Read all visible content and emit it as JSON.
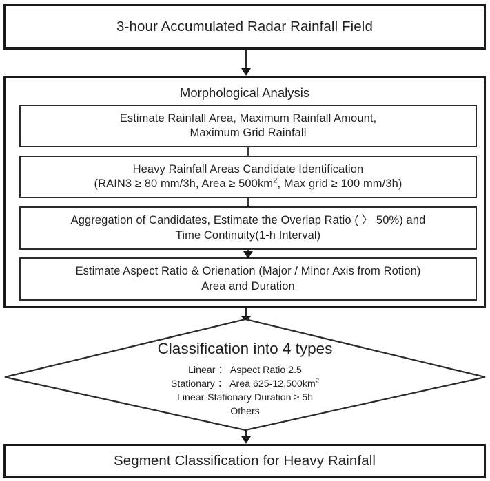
{
  "diagram": {
    "title": "Heavy Rainfall Segment Classification Flowchart",
    "type": "flowchart",
    "orientation": "top-to-bottom",
    "colors": {
      "background": "#ffffff",
      "stroke": "#1a1a1a",
      "text": "#231f20"
    }
  },
  "nodes": {
    "input": {
      "shape": "rectangle",
      "label": "3-hour Accumulated Radar Rainfall Field"
    },
    "process": {
      "shape": "rectangle-group",
      "title": "Morphological Analysis",
      "steps": [
        {
          "id": "step-1",
          "line1": "Estimate Rainfall Area, Maximum Rainfall Amount,",
          "line2": "Maximum Grid Rainfall"
        },
        {
          "id": "step-2",
          "line1": "Heavy Rainfall Areas Candidate Identification",
          "line2_prefix": "(RAIN3 ≥ 80 mm/3h, Area ≥ 500km",
          "line2_sup": "2",
          "line2_suffix": ", Max grid ≥ 100 mm/3h)"
        },
        {
          "id": "step-3",
          "line1": "Aggregation of Candidates, Estimate the Overlap Ratio ( 〉 50%) and",
          "line2": "Time Continuity(1-h Interval)"
        },
        {
          "id": "step-4",
          "line1": "Estimate Aspect Ratio & Orienation (Major / Minor Axis from  Rotion)",
          "line2": "Area and Duration"
        }
      ]
    },
    "decision": {
      "shape": "diamond",
      "heading": "Classification into 4 types",
      "criteria": [
        "Linear ： Aspect Ratio 2.5",
        "Stationary ： Area 625-12,500km",
        "Linear-Stationary   Duration ≥ 5h",
        "Others"
      ],
      "criteria_line2_sup": "2",
      "types_count": 4
    },
    "output": {
      "shape": "rectangle",
      "label": "Segment Classification for Heavy Rainfall"
    }
  },
  "connectors": [
    {
      "id": "input-to-process",
      "from": "input",
      "to": "process",
      "arrow": "down"
    },
    {
      "id": "step1-to-step2",
      "from": "step-1",
      "to": "step-2",
      "arrow": "none"
    },
    {
      "id": "step2-to-step3",
      "from": "step-2",
      "to": "step-3",
      "arrow": "none"
    },
    {
      "id": "step3-to-step4",
      "from": "step-3",
      "to": "step-4",
      "arrow": "down"
    },
    {
      "id": "process-to-decision",
      "from": "process",
      "to": "decision",
      "arrow": "down"
    },
    {
      "id": "decision-to-output",
      "from": "decision",
      "to": "output",
      "arrow": "down"
    }
  ]
}
